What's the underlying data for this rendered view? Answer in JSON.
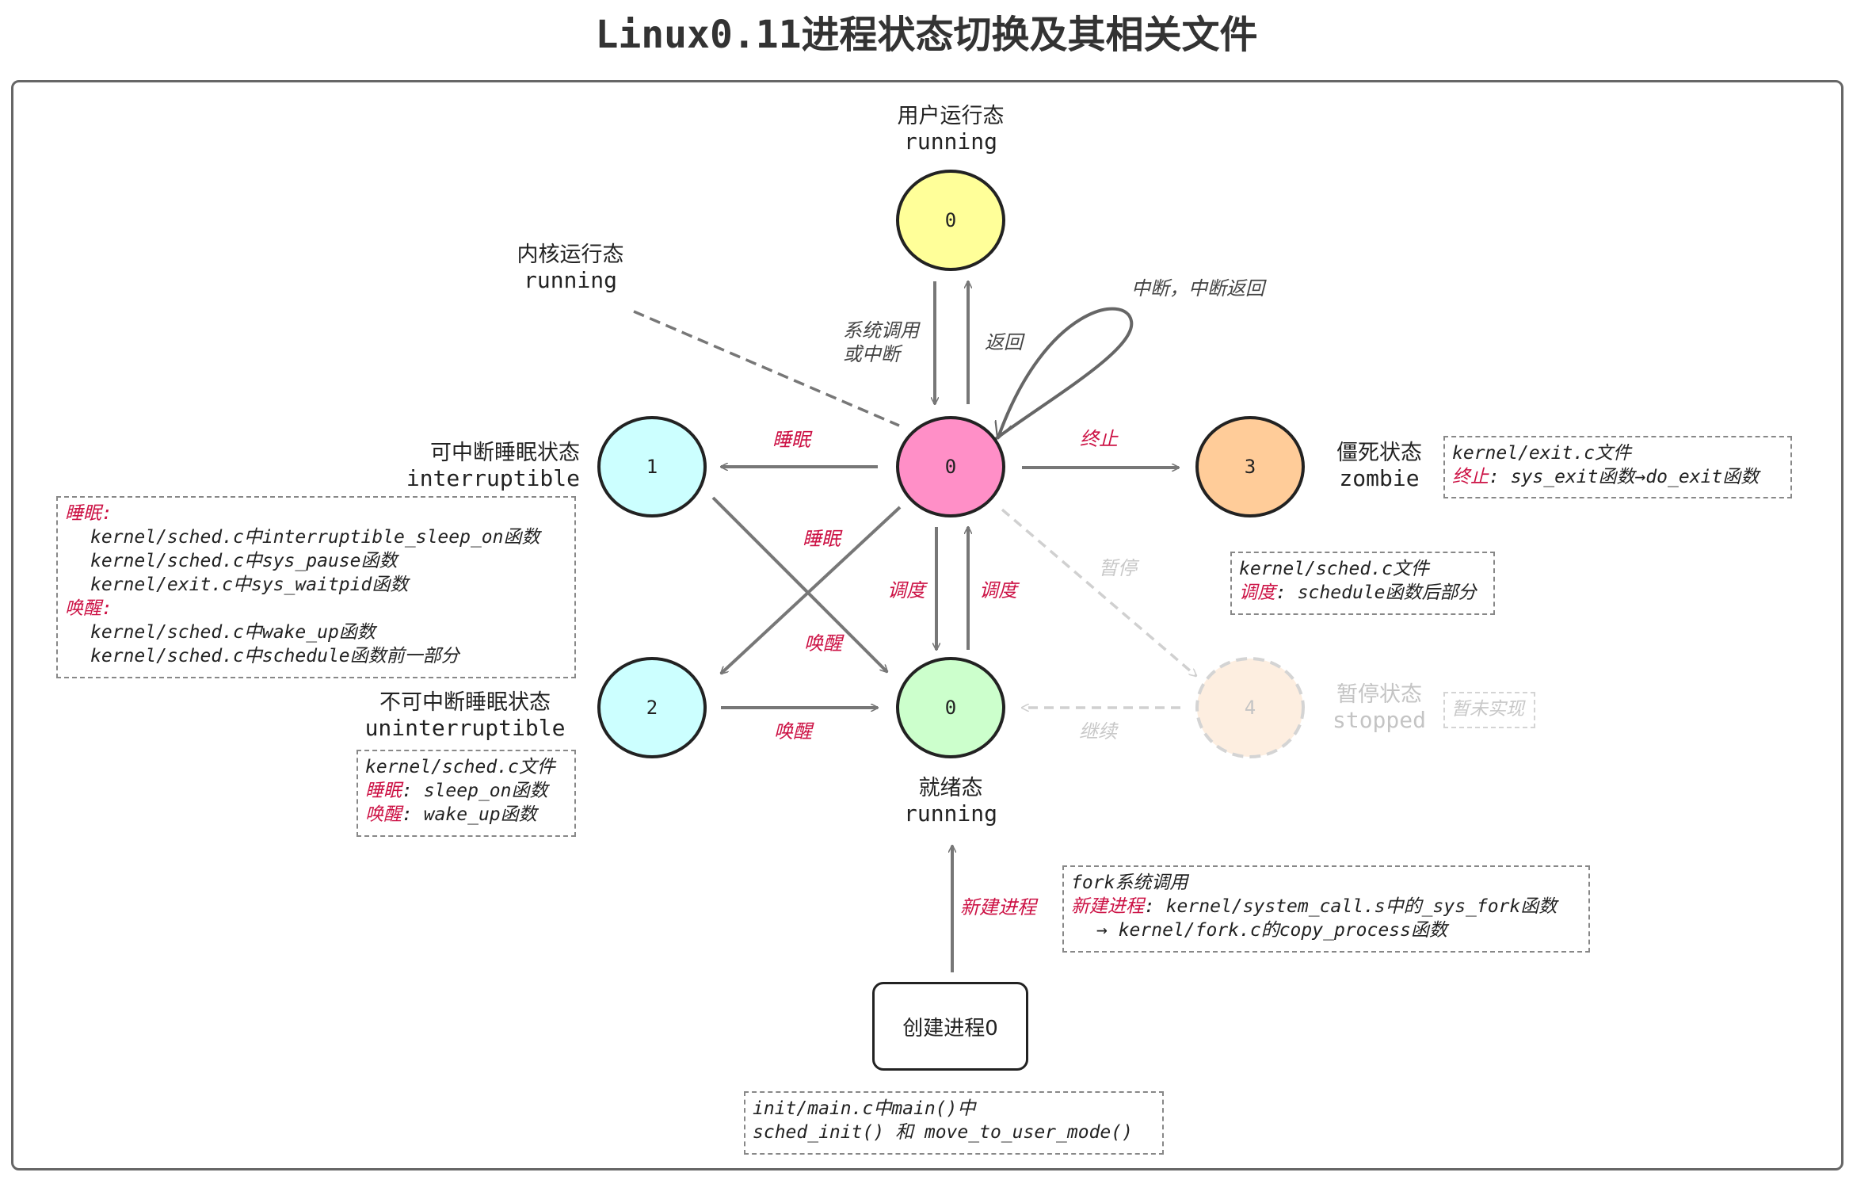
{
  "title": "Linux0.11进程状态切换及其相关文件",
  "nodes": {
    "user_running": {
      "num": "0",
      "cn": "用户运行态",
      "en": "running"
    },
    "kernel_running": {
      "num": "0",
      "cn": "内核运行态",
      "en": "running"
    },
    "interruptible": {
      "num": "1",
      "cn": "可中断睡眠状态",
      "en": "interruptible"
    },
    "uninterruptible": {
      "num": "2",
      "cn": "不可中断睡眠状态",
      "en": "uninterruptible"
    },
    "ready": {
      "num": "0",
      "cn": "就绪态",
      "en": "running"
    },
    "zombie": {
      "num": "3",
      "cn": "僵死状态",
      "en": "zombie"
    },
    "stopped": {
      "num": "4",
      "cn": "暂停状态",
      "en": "stopped"
    },
    "create": {
      "label": "创建进程0"
    }
  },
  "edges": {
    "syscall_line1": "系统调用",
    "syscall_line2": "或中断",
    "ret": "返回",
    "interrupt_loop": "中断，中断返回",
    "sleep_left": "睡眠",
    "sleep_diag": "睡眠",
    "terminate": "终止",
    "pause": "暂停",
    "schedule_down": "调度",
    "schedule_up": "调度",
    "wakeup_diag": "唤醒",
    "wakeup_bottom": "唤醒",
    "resume": "继续",
    "new_process": "新建进程"
  },
  "notes": {
    "interruptible": {
      "sleep_key": "睡眠",
      "sleep_line1": "kernel/sched.c中interruptible_sleep_on函数",
      "sleep_line2": "kernel/sched.c中sys_pause函数",
      "sleep_line3": "kernel/exit.c中sys_waitpid函数",
      "wake_key": "唤醒",
      "wake_line1": "kernel/sched.c中wake_up函数",
      "wake_line2": "kernel/sched.c中schedule函数前一部分"
    },
    "uninterruptible": {
      "file": "kernel/sched.c文件",
      "sleep_key": "睡眠",
      "sleep_val": "sleep_on函数",
      "wake_key": "唤醒",
      "wake_val": "wake_up函数"
    },
    "zombie": {
      "file": "kernel/exit.c文件",
      "key": "终止",
      "val": "sys_exit函数→do_exit函数"
    },
    "schedule": {
      "file": "kernel/sched.c文件",
      "key": "调度",
      "val": "schedule函数后部分"
    },
    "stopped": {
      "text": "暂未实现"
    },
    "fork": {
      "line1": "fork系统调用",
      "key": "新建进程",
      "val": "kernel/system_call.s中的_sys_fork函数",
      "line3": "→ kernel/fork.c的copy_process函数"
    },
    "init": {
      "line1": "init/main.c中main()中",
      "line2": "sched_init() 和 move_to_user_mode()"
    }
  },
  "colors": {
    "user_running": "#ffff99",
    "kernel_running": "#ff8fc7",
    "sleep": "#ccffff",
    "ready": "#ccffcc",
    "zombie": "#ffcc99",
    "stopped": "#fdeee0",
    "accent_red": "#cc1144",
    "arrow": "#777777"
  }
}
